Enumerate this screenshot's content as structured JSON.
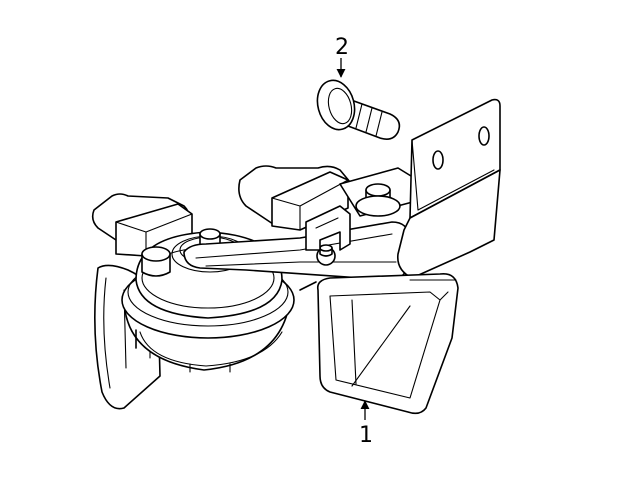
{
  "callouts": [
    {
      "id": "1",
      "label": "1",
      "part": "horn-assembly"
    },
    {
      "id": "2",
      "label": "2",
      "part": "mounting-bolt"
    }
  ],
  "colors": {
    "line": "#000000",
    "background": "#ffffff"
  }
}
